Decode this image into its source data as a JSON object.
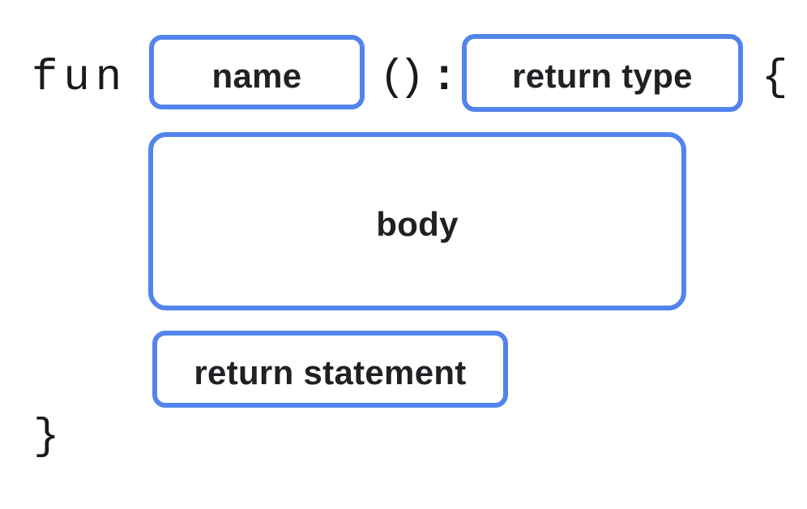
{
  "colors": {
    "accent_blue": "#5383EC",
    "code_text": "#1A1A1A",
    "label_text": "#202124"
  },
  "code_tokens": {
    "keyword_fun": "fun",
    "paren_open": "(",
    "paren_close": ")",
    "colon": ":",
    "brace_open": "{",
    "brace_close": "}"
  },
  "placeholders": {
    "name": {
      "label": "name"
    },
    "return_type": {
      "label": "return type"
    },
    "body": {
      "label": "body"
    },
    "return_statement": {
      "label": "return statement"
    }
  }
}
